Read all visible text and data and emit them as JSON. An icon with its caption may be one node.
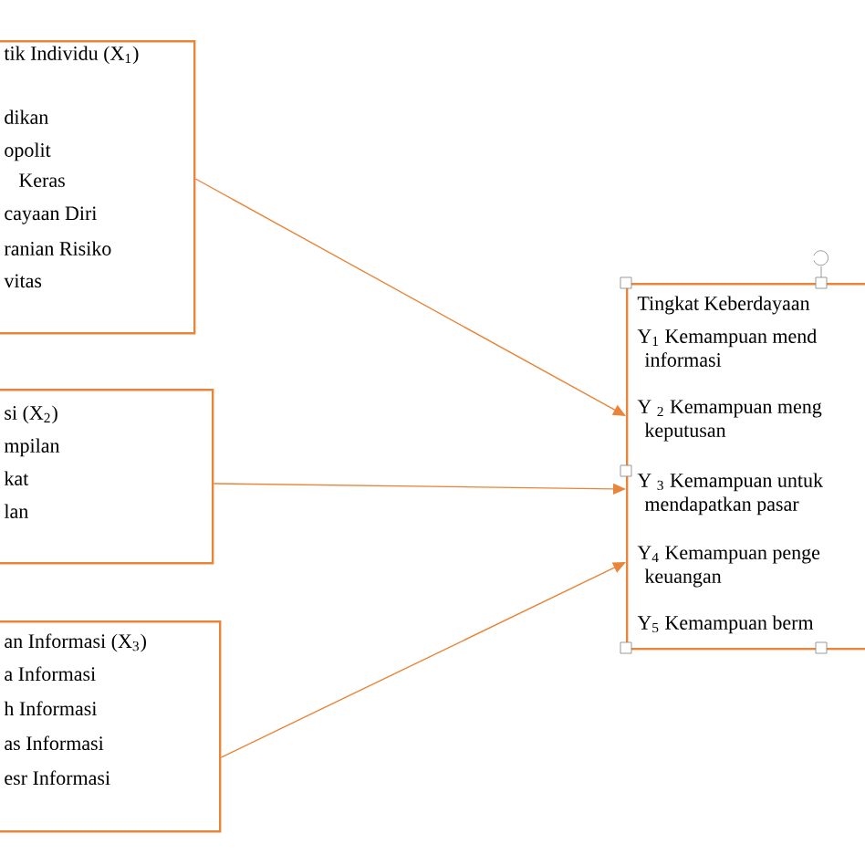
{
  "diagram": {
    "nodes": [
      {
        "text": [
          "tik Individu (X$_{1}$)",
          "dikan",
          "opolit",
          "Keras",
          "cayaan Diri",
          "ranian Risiko",
          "vitas"
        ]
      },
      {
        "text": [
          "si (X$_{2}$)",
          "mpilan",
          "kat",
          "lan"
        ]
      },
      {
        "text": [
          "an Informasi (X$_{3}$)",
          "a Informasi",
          "h Informasi",
          "as Informasi",
          "esr Informasi"
        ]
      },
      {
        "text": [
          "Tingkat Keberdayaan",
          "Y$_{1}$ Kemampuan mend informasi",
          "Y $_{2}$ Kemampuan meng keputusan",
          "Y $_{3}$ Kemampuan untuk mendapatkan pasar",
          "Y$_{4}$ Kemampuan penge keuangan",
          "Y$_{5}$ Kemampuan berm"
        ]
      }
    ],
    "edges": [
      {
        "from": 0,
        "to": 3,
        "arrow": "to"
      },
      {
        "from": 1,
        "to": 3,
        "arrow": "to"
      },
      {
        "from": 2,
        "to": 3,
        "arrow": "to"
      }
    ]
  }
}
